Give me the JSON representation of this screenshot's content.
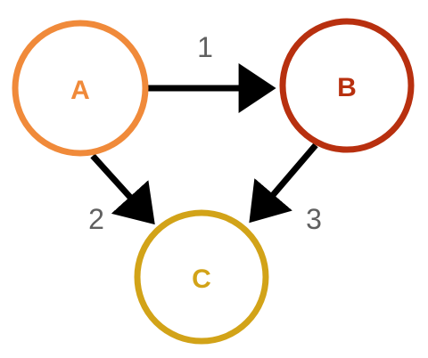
{
  "diagram": {
    "nodes": [
      {
        "id": "A",
        "label": "A",
        "color": "#f08a3a"
      },
      {
        "id": "B",
        "label": "B",
        "color": "#b8300f"
      },
      {
        "id": "C",
        "label": "C",
        "color": "#d2a318"
      }
    ],
    "edges": [
      {
        "from": "A",
        "to": "B",
        "label": "1"
      },
      {
        "from": "A",
        "to": "C",
        "label": "2"
      },
      {
        "from": "B",
        "to": "C",
        "label": "3"
      }
    ],
    "edge_color": "#000000",
    "edge_label_color": "#606060"
  }
}
